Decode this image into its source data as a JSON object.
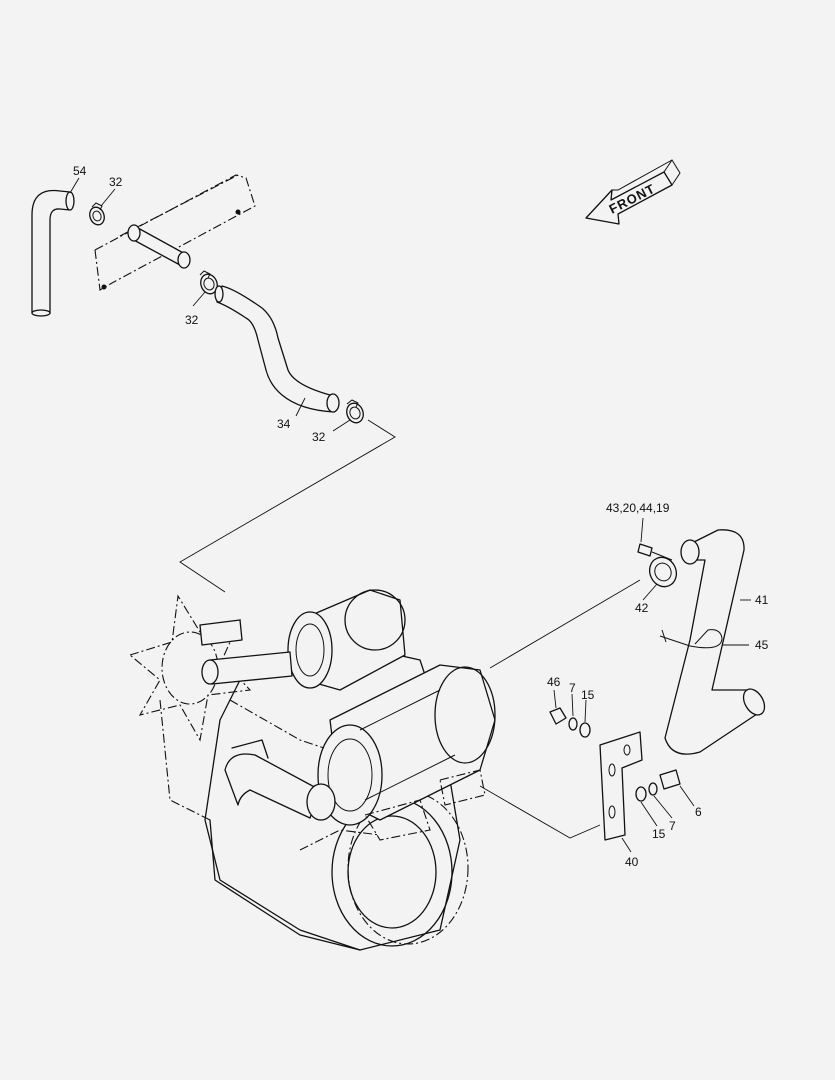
{
  "front_label": "FRONT",
  "callouts": {
    "c54": "54",
    "c32a": "32",
    "c32b": "32",
    "c34": "34",
    "c32c": "32",
    "c43": "43,20,44,19",
    "c42": "42",
    "c41": "41",
    "c45": "45",
    "c46": "46",
    "c7a": "7",
    "c15a": "15",
    "c6": "6",
    "c15b": "15",
    "c7b": "7",
    "c40": "40"
  }
}
